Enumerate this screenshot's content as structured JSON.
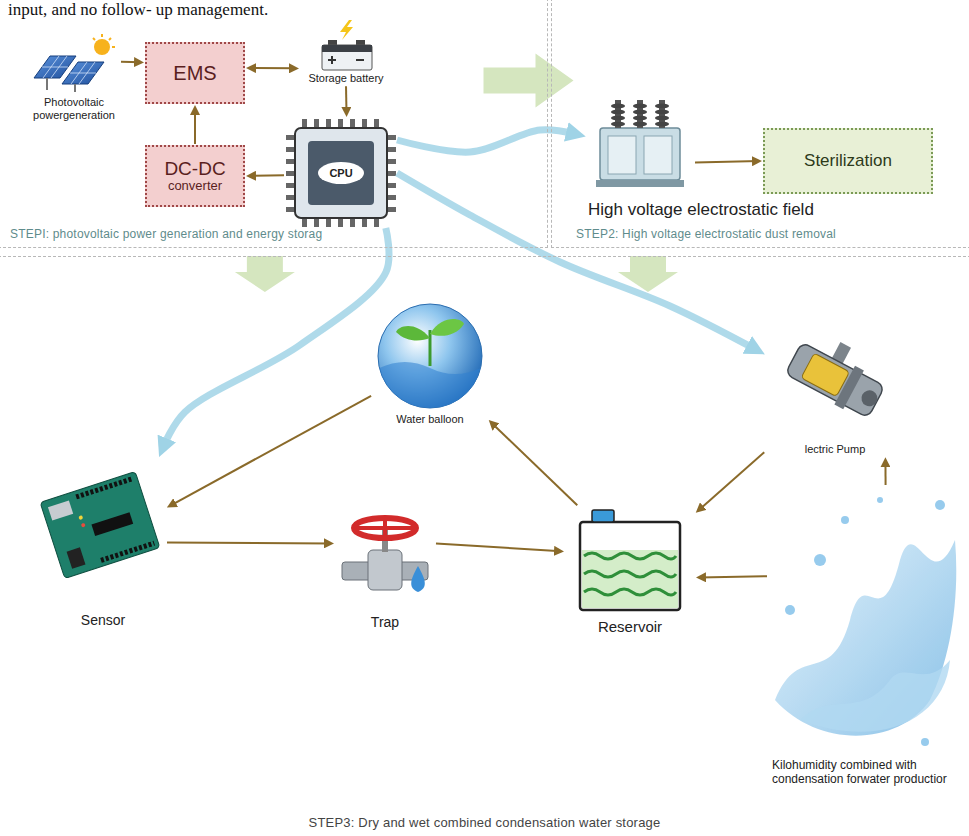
{
  "diagram": {
    "nodes": [
      {
        "text": [
          "STEPI: photovoltaic power generation and energy storag"
        ]
      },
      {
        "text": [
          "Photovoltaic powergeneration"
        ],
        "in": 0
      },
      {
        "text": [
          "EMS"
        ],
        "in": 0
      },
      {
        "text": [
          "Storage battery"
        ],
        "in": 0
      },
      {
        "text": [
          "DC-DC",
          "converter"
        ],
        "in": 0
      },
      {
        "text": [
          "CPU"
        ],
        "in": 0
      },
      {
        "text": [
          "STEP2: High voltage electrostatic dust removal"
        ]
      },
      {
        "text": [
          "High voltage electrostatic field"
        ],
        "in": 6
      },
      {
        "text": [
          "Sterilization"
        ],
        "in": 6
      },
      {
        "text": [
          "STEP3: Dry and wet combined condensation water storage"
        ]
      },
      {
        "text": [
          "Water balloon"
        ],
        "in": 9
      },
      {
        "text": [
          "Sensor"
        ],
        "in": 9
      },
      {
        "text": [
          "Trap"
        ],
        "in": 9
      },
      {
        "text": [
          "Reservoir"
        ],
        "in": 9
      },
      {
        "text": [
          "lectric Pump"
        ],
        "in": 9
      },
      {
        "text": [
          "Kilohumidity combined with condensation forwater productior"
        ],
        "in": 9
      }
    ],
    "edges": [
      {
        "from": 1,
        "to": 2,
        "arrow": "to"
      },
      {
        "from": 2,
        "to": 3,
        "arrow": "both"
      },
      {
        "from": 3,
        "to": 5,
        "arrow": "to"
      },
      {
        "from": 5,
        "to": 4,
        "arrow": "to"
      },
      {
        "from": 4,
        "to": 2,
        "arrow": "to"
      },
      {
        "from": 0,
        "to": 6,
        "arrow": "to"
      },
      {
        "from": 0,
        "to": 9,
        "arrow": "to"
      },
      {
        "from": 6,
        "to": 9,
        "arrow": "to"
      },
      {
        "from": 5,
        "to": 7,
        "arrow": "to"
      },
      {
        "from": 5,
        "to": 11,
        "arrow": "to"
      },
      {
        "from": 5,
        "to": 14,
        "arrow": "to"
      },
      {
        "from": 7,
        "to": 8,
        "arrow": "to"
      },
      {
        "from": 10,
        "to": 11,
        "arrow": "to"
      },
      {
        "from": 11,
        "to": 12,
        "arrow": "to"
      },
      {
        "from": 12,
        "to": 13,
        "arrow": "to"
      },
      {
        "from": 13,
        "to": 10,
        "arrow": "to"
      },
      {
        "from": 14,
        "to": 13,
        "arrow": "to"
      },
      {
        "from": 15,
        "to": 13,
        "arrow": "to"
      },
      {
        "from": 15,
        "to": 14,
        "arrow": "to"
      }
    ],
    "labels": [
      "input, and no follow- up management."
    ]
  }
}
